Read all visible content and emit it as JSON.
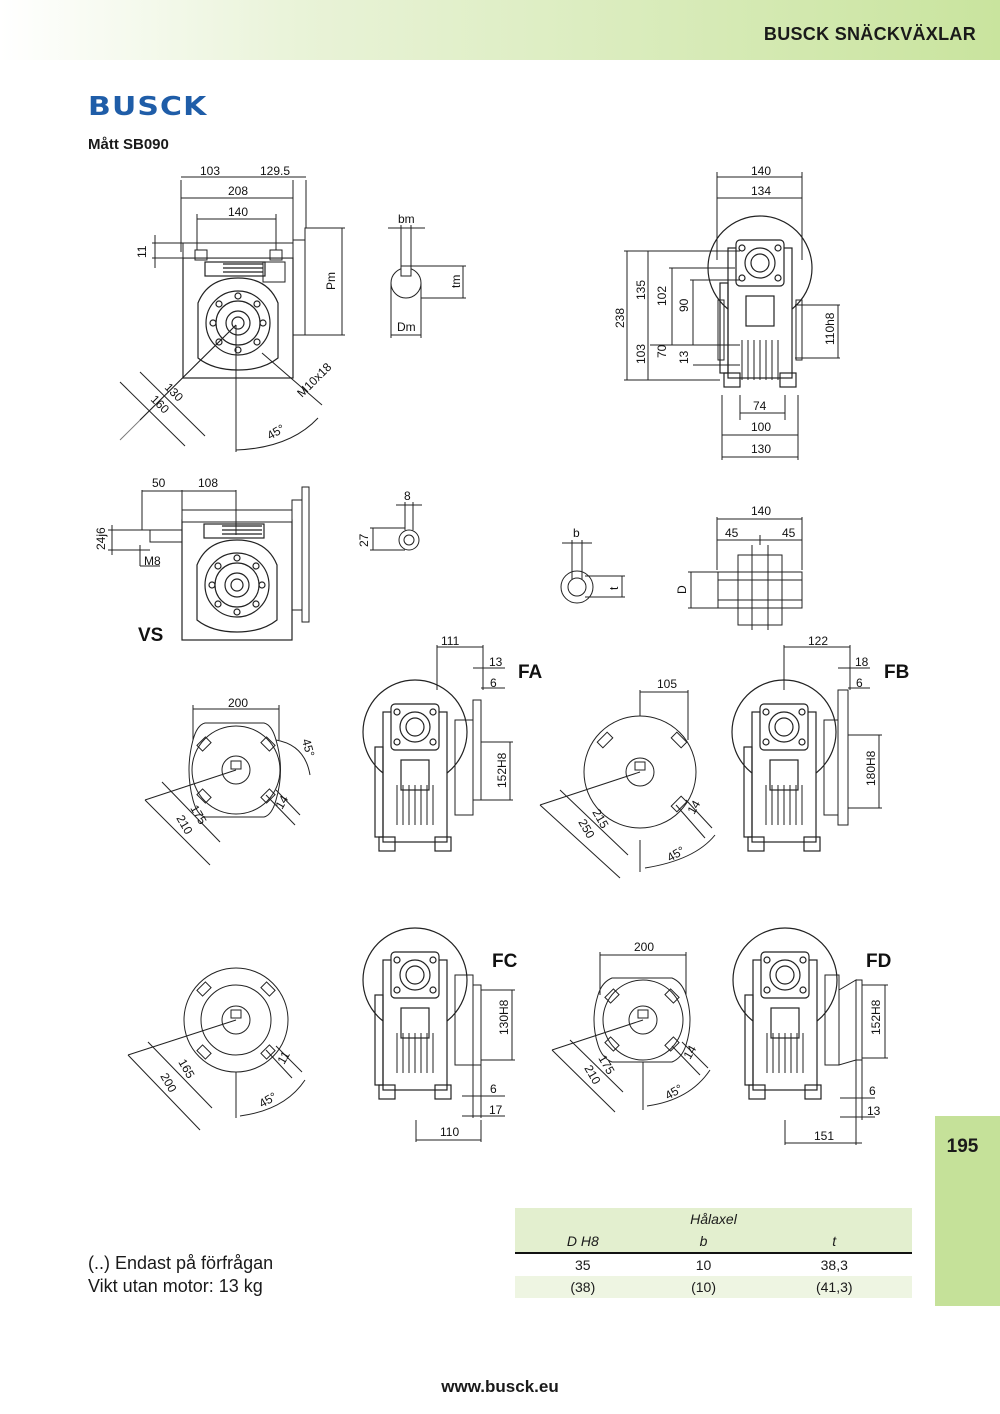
{
  "header": {
    "title": "BUSCK SNÄCKVÄXLAR"
  },
  "logo": {
    "text": "BUSCK"
  },
  "subtitle": "Mått SB090",
  "dimensions": {
    "d1": "103",
    "d2": "129.5",
    "d3": "208",
    "d4": "140",
    "d5": "11",
    "d6": "Pm",
    "d7": "130",
    "d8": "160",
    "d9": "M10x18",
    "d10": "45°",
    "d11": "bm",
    "d12": "tm",
    "d13": "Dm",
    "d14": "140",
    "d15": "134",
    "d16": "238",
    "d17": "135",
    "d18": "102",
    "d19": "90",
    "d20": "103",
    "d21": "70",
    "d22": "13",
    "d23": "110h8",
    "d24": "74",
    "d25": "100",
    "d26": "130",
    "d27": "50",
    "d28": "108",
    "d29": "24j6",
    "d30": "M8",
    "d31": "8",
    "d32": "27",
    "d33": "b",
    "d34": "t",
    "d35": "D",
    "d36": "140",
    "d37": "45",
    "d38": "45",
    "d39": "200",
    "d40": "45°",
    "d41": "175",
    "d42": "210",
    "d43": "14",
    "d44": "111",
    "d45": "13",
    "d46": "6",
    "d47": "152H8",
    "d48": "105",
    "d49": "215",
    "d50": "250",
    "d51": "14",
    "d52": "45°",
    "d53": "122",
    "d54": "18",
    "d55": "6",
    "d56": "180H8",
    "d57": "165",
    "d58": "200",
    "d59": "11",
    "d60": "45°",
    "d61": "130H8",
    "d62": "6",
    "d63": "17",
    "d64": "110",
    "d65": "200",
    "d66": "175",
    "d67": "210",
    "d68": "14",
    "d69": "45°",
    "d70": "152H8",
    "d71": "6",
    "d72": "13",
    "d73": "151"
  },
  "variants": {
    "vs": "VS",
    "fa": "FA",
    "fb": "FB",
    "fc": "FC",
    "fd": "FD"
  },
  "notes": {
    "line1": "(..) Endast på förfrågan",
    "line2": "Vikt utan motor: 13 kg"
  },
  "table": {
    "group_header": "Hålaxel",
    "columns": [
      "D H8",
      "b",
      "t"
    ],
    "rows": [
      [
        "35",
        "10",
        "38,3"
      ],
      [
        "(38)",
        "(10)",
        "(41,3)"
      ]
    ]
  },
  "page_number": "195",
  "footer": {
    "url": "www.busck.eu"
  },
  "colors": {
    "accent_green": "#c5e199",
    "logo_blue": "#1f5da8"
  }
}
